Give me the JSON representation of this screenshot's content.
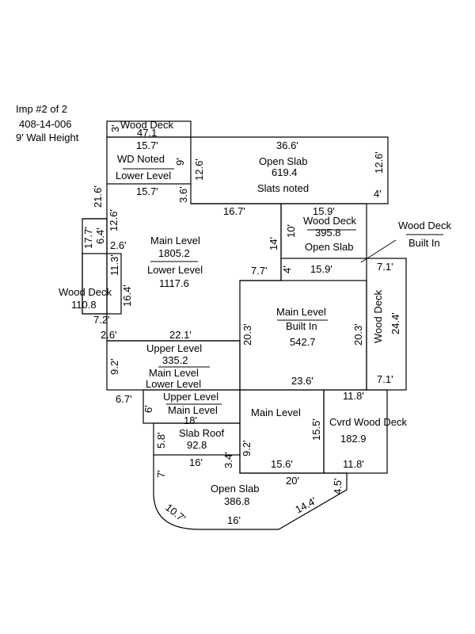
{
  "header": {
    "imp": "Imp #2 of 2",
    "parcel": "408-14-006",
    "wall_height": "9' Wall Height"
  },
  "areas": {
    "wood_deck_top": {
      "label": "Wood Deck",
      "area": "47.1"
    },
    "wd_noted": {
      "label1": "WD Noted",
      "label2": "Lower Level"
    },
    "open_slab_top": {
      "label": "Open Slab",
      "area": "619.4",
      "note": "Slats noted"
    },
    "main_level_big": {
      "label": "Main Level",
      "area": "1805.2",
      "label2": "Lower Level",
      "area2": "1117.6"
    },
    "wood_deck_mid": {
      "label": "Wood Deck",
      "area": "395.8",
      "label2": "Open Slab"
    },
    "wood_deck_built_in": {
      "label": "Wood Deck",
      "label2": "Built In"
    },
    "wood_deck_left": {
      "label": "Wood Deck",
      "area": "110.8"
    },
    "main_built_in": {
      "label": "Main Level",
      "label2": "Built In",
      "area": "542.7"
    },
    "wood_deck_right": {
      "label": "Wood Deck"
    },
    "upper_level": {
      "label": "Upper Level",
      "area": "335.2",
      "label2": "Main Level",
      "label3": "Lower Level"
    },
    "upper_level_small": {
      "label": "Upper Level",
      "label2": "Main Level"
    },
    "main_level_lower": {
      "label": "Main Level"
    },
    "cvrd_wood_deck": {
      "label": "Cvrd Wood Deck",
      "area": "182.9"
    },
    "slab_roof": {
      "label": "Slab Roof",
      "area": "92.8"
    },
    "open_slab_bottom": {
      "label": "Open Slab",
      "area": "386.8"
    }
  },
  "dimensions": {
    "d3": "3'",
    "d15_7a": "15.7'",
    "d15_7b": "15.7'",
    "d9": "9'",
    "d36_6": "36.6'",
    "d12_6a": "12.6'",
    "d12_6b": "12.6'",
    "d4a": "4'",
    "d21_6": "21.6'",
    "d3_6": "3.6'",
    "d16_7": "16.7'",
    "d15_9a": "15.9'",
    "d10": "10'",
    "d12_6c": "12.6'",
    "d17_7": "17.7'",
    "d6_4": "6.4'",
    "d2_6a": "2.6'",
    "d14": "14'",
    "d11_3": "11.3'",
    "d4b": "4'",
    "d15_9b": "15.9'",
    "d7_1a": "7.1'",
    "d7_7": "7.7'",
    "d16_4": "16.4'",
    "d7_2": "7.2'",
    "d2_6b": "2.6'",
    "d22_1": "22.1'",
    "d20_3a": "20.3'",
    "d20_3b": "20.3'",
    "d24_4": "24.4'",
    "d9_2a": "9.2'",
    "d23_6": "23.6'",
    "d7_1b": "7.1'",
    "d6_7": "6.7'",
    "d11_8a": "11.8'",
    "d6": "6'",
    "d18": "18'",
    "d15_5": "15.5'",
    "d5_8": "5.8'",
    "d9_2b": "9.2'",
    "d16a": "16'",
    "d3_4": "3.4'",
    "d15_6": "15.6'",
    "d11_8b": "11.8'",
    "d7": "7'",
    "d20": "20'",
    "d4_5": "4.5'",
    "d10_7": "10.7'",
    "d14_4": "14.4'",
    "d16b": "16'"
  }
}
